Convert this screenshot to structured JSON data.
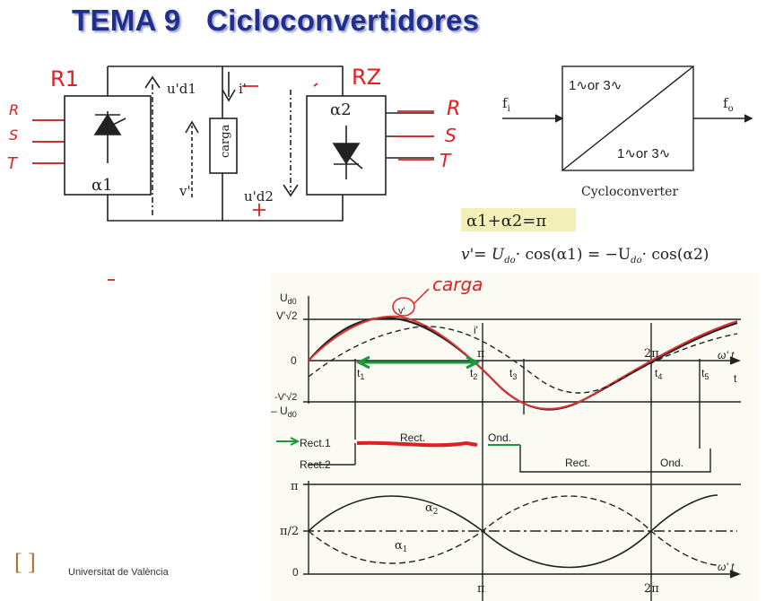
{
  "title": "TEMA 9   Cicloconvertidores",
  "circuit": {
    "r1": "R1",
    "r2": "RZ",
    "phase_left": [
      "R",
      "S",
      "T"
    ],
    "phase_right": [
      "R",
      "S",
      "T"
    ],
    "alpha1": "α1",
    "alpha2": "α2",
    "ud1": "u'd1",
    "ud2": "u'd2",
    "i": "i'",
    "v": "v'",
    "carga": "carga"
  },
  "block": {
    "fi": "f",
    "fi_sub": "i",
    "fo": "f",
    "fo_sub": "o",
    "top": "1∿or 3∿",
    "bottom": "1∿or 3∿",
    "caption": "Cycloconverter"
  },
  "equations": {
    "eq1": "α1+α2=π",
    "eq2": "v'= U",
    "eq2_sub": "do",
    "eq2_rest": "· cos(α1) = −U",
    "eq2_sub2": "do",
    "eq2_end": "· cos(α2)"
  },
  "graph": {
    "ud0": "U",
    "ud0_sub": "d0",
    "vsqrt2": "V'√2",
    "zero": "0",
    "v_label": "v'",
    "i_label": "i'",
    "carga_note": "carga",
    "pi": "π",
    "two_pi": "2π",
    "wt": "ω' t",
    "t": "t",
    "t1": "t",
    "t1s": "1",
    "t2": "t",
    "t2s": "2",
    "t3": "t",
    "t3s": "3",
    "t4": "t",
    "t4s": "4",
    "t5": "t",
    "t5s": "5",
    "neg_vsqrt2": "-V'√2",
    "neg_ud0": "– U",
    "neg_ud0_sub": "d0",
    "rect1": "Rect.1",
    "rect2": "Rect.2",
    "seg_rect_top": "Rect.",
    "seg_ond_top": "Ond.",
    "seg_rect_bot": "Rect.",
    "seg_ond_bot": "Ond.",
    "pi_axis": "π",
    "pi2_axis": "π/2",
    "zero2": "0",
    "a2": "α",
    "a2s": "2",
    "a1": "α",
    "a1s": "1",
    "pi_bot": "π",
    "two_pi_bot": "2π",
    "wt_bot": "ω' t"
  },
  "footer": {
    "logo": "[ ]",
    "university": "Universitat de València"
  },
  "colors": {
    "title": "#1f2f8f",
    "ink_red": "#e02020",
    "ink_green": "#1a9a3a"
  }
}
